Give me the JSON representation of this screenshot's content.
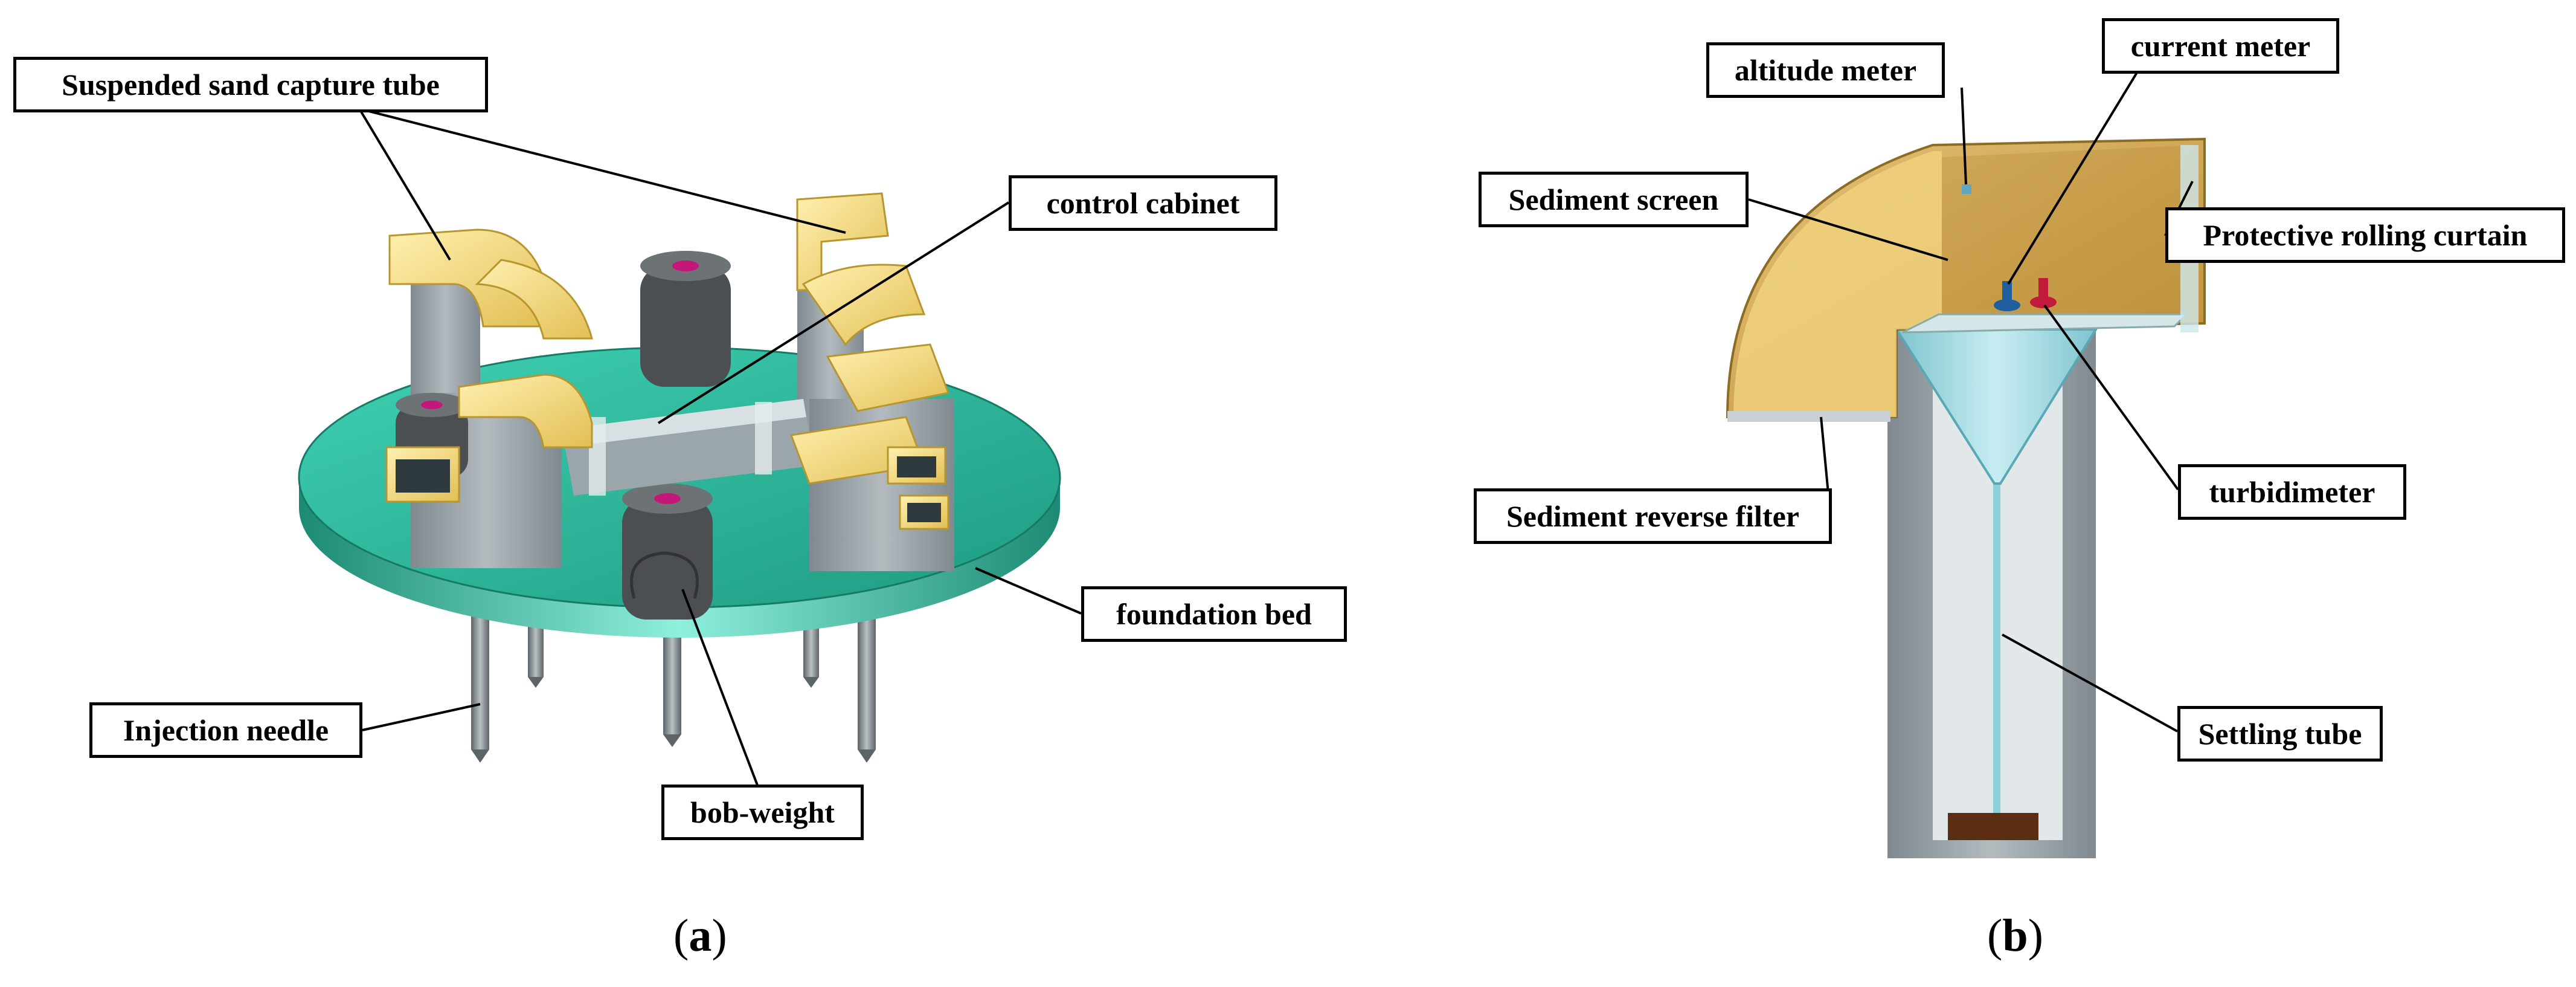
{
  "panel_a": {
    "caption_letter": "a",
    "labels": {
      "capture_tube": "Suspended sand capture tube",
      "control_cabinet": "control cabinet",
      "foundation_bed": "foundation bed",
      "injection_needle": "Injection needle",
      "bob_weight": "bob-weight"
    }
  },
  "panel_b": {
    "caption_letter": "b",
    "labels": {
      "altitude_meter": "altitude meter",
      "current_meter": "current meter",
      "sediment_screen": "Sediment screen",
      "protective_curtain": "Protective rolling curtain",
      "reverse_filter": "Sediment reverse filter",
      "turbidimeter": "turbidimeter",
      "settling_tube": "Settling tube"
    }
  },
  "colors": {
    "foundation": "#2bb39a",
    "capture_tube": "#f2d77a",
    "concrete": "#9aa3a8",
    "settling_water": "#a8dde6",
    "housing": "#d6a84a"
  }
}
